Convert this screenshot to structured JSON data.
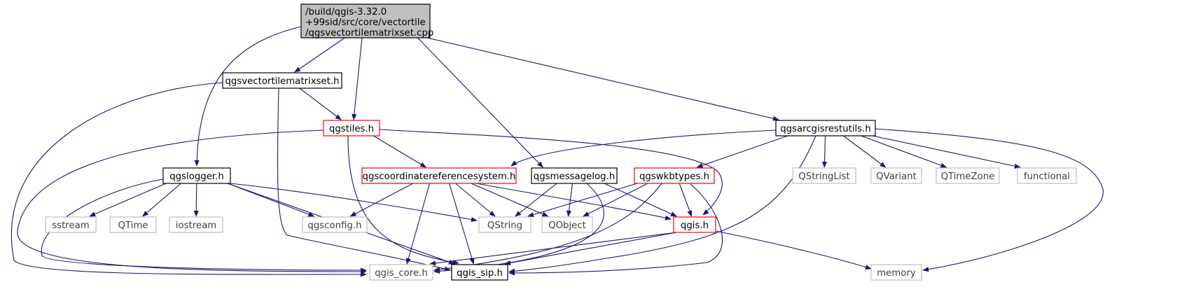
{
  "colors": {
    "edge": "#191970",
    "node_border_black": "#000000",
    "node_border_red": "#ff0000",
    "node_border_gray": "#bfbfbf",
    "root_fill": "#bfbfbf"
  },
  "nodes": [
    {
      "id": "root",
      "lines": [
        "/build/qgis-3.32.0",
        "+99sid/src/core/vectortile",
        "/qgsvectortilematrixset.cpp"
      ],
      "style": "root"
    },
    {
      "id": "qgsvectortilematrixset_h",
      "lines": [
        "qgsvectortilematrixset.h"
      ],
      "style": "black"
    },
    {
      "id": "qgstiles_h",
      "lines": [
        "qgstiles.h"
      ],
      "style": "red"
    },
    {
      "id": "qgsarcgisrestutils_h",
      "lines": [
        "qgsarcgisrestutils.h"
      ],
      "style": "black"
    },
    {
      "id": "qgslogger_h",
      "lines": [
        "qgslogger.h"
      ],
      "style": "black"
    },
    {
      "id": "qgscrs_h",
      "lines": [
        "qgscoordinatereferencesystem.h"
      ],
      "style": "red"
    },
    {
      "id": "qgsmessagelog_h",
      "lines": [
        "qgsmessagelog.h"
      ],
      "style": "black"
    },
    {
      "id": "qgswkbtypes_h",
      "lines": [
        "qgswkbtypes.h"
      ],
      "style": "red"
    },
    {
      "id": "QStringList",
      "lines": [
        "QStringList"
      ],
      "style": "gray"
    },
    {
      "id": "QVariant",
      "lines": [
        "QVariant"
      ],
      "style": "gray"
    },
    {
      "id": "QTimeZone",
      "lines": [
        "QTimeZone"
      ],
      "style": "gray"
    },
    {
      "id": "functional",
      "lines": [
        "functional"
      ],
      "style": "gray"
    },
    {
      "id": "sstream",
      "lines": [
        "sstream"
      ],
      "style": "gray"
    },
    {
      "id": "QTime",
      "lines": [
        "QTime"
      ],
      "style": "gray"
    },
    {
      "id": "iostream",
      "lines": [
        "iostream"
      ],
      "style": "gray"
    },
    {
      "id": "qgsconfig_h",
      "lines": [
        "qgsconfig.h"
      ],
      "style": "gray"
    },
    {
      "id": "QString",
      "lines": [
        "QString"
      ],
      "style": "gray"
    },
    {
      "id": "QObject",
      "lines": [
        "QObject"
      ],
      "style": "gray"
    },
    {
      "id": "qgis_h",
      "lines": [
        "qgis.h"
      ],
      "style": "red"
    },
    {
      "id": "qgis_core_h",
      "lines": [
        "qgis_core.h"
      ],
      "style": "gray"
    },
    {
      "id": "qgis_sip_h",
      "lines": [
        "qgis_sip.h"
      ],
      "style": "black"
    },
    {
      "id": "memory",
      "lines": [
        "memory"
      ],
      "style": "gray"
    }
  ],
  "edges": [
    [
      "root",
      "qgsvectortilematrixset_h"
    ],
    [
      "root",
      "qgstiles_h"
    ],
    [
      "root",
      "qgsarcgisrestutils_h"
    ],
    [
      "root",
      "qgslogger_h"
    ],
    [
      "root",
      "qgsmessagelog_h"
    ],
    [
      "qgsvectortilematrixset_h",
      "qgstiles_h"
    ],
    [
      "qgsvectortilematrixset_h",
      "qgis_core_h"
    ],
    [
      "qgsvectortilematrixset_h",
      "qgis_sip_h"
    ],
    [
      "qgstiles_h",
      "qgscrs_h"
    ],
    [
      "qgstiles_h",
      "qgis_h"
    ],
    [
      "qgstiles_h",
      "qgis_core_h"
    ],
    [
      "qgstiles_h",
      "qgis_sip_h"
    ],
    [
      "qgsarcgisrestutils_h",
      "qgscrs_h"
    ],
    [
      "qgsarcgisrestutils_h",
      "qgswkbtypes_h"
    ],
    [
      "qgsarcgisrestutils_h",
      "QStringList"
    ],
    [
      "qgsarcgisrestutils_h",
      "QVariant"
    ],
    [
      "qgsarcgisrestutils_h",
      "QTimeZone"
    ],
    [
      "qgsarcgisrestutils_h",
      "functional"
    ],
    [
      "qgsarcgisrestutils_h",
      "memory"
    ],
    [
      "qgsarcgisrestutils_h",
      "qgis_sip_h"
    ],
    [
      "qgslogger_h",
      "sstream"
    ],
    [
      "qgslogger_h",
      "QTime"
    ],
    [
      "qgslogger_h",
      "iostream"
    ],
    [
      "qgslogger_h",
      "qgsconfig_h"
    ],
    [
      "qgslogger_h",
      "QString"
    ],
    [
      "qgslogger_h",
      "qgis_core_h"
    ],
    [
      "qgslogger_h",
      "qgis_sip_h"
    ],
    [
      "qgscrs_h",
      "qgsconfig_h"
    ],
    [
      "qgscrs_h",
      "QString"
    ],
    [
      "qgscrs_h",
      "QObject"
    ],
    [
      "qgscrs_h",
      "qgis_h"
    ],
    [
      "qgscrs_h",
      "qgis_core_h"
    ],
    [
      "qgscrs_h",
      "qgis_sip_h"
    ],
    [
      "qgsmessagelog_h",
      "QString"
    ],
    [
      "qgsmessagelog_h",
      "QObject"
    ],
    [
      "qgsmessagelog_h",
      "qgis_h"
    ],
    [
      "qgsmessagelog_h",
      "qgis_core_h"
    ],
    [
      "qgswkbtypes_h",
      "QString"
    ],
    [
      "qgswkbtypes_h",
      "QObject"
    ],
    [
      "qgswkbtypes_h",
      "qgis_h"
    ],
    [
      "qgswkbtypes_h",
      "qgis_core_h"
    ],
    [
      "qgswkbtypes_h",
      "qgis_sip_h"
    ],
    [
      "qgis_h",
      "qgis_core_h"
    ],
    [
      "qgis_h",
      "qgis_sip_h"
    ],
    [
      "qgis_h",
      "memory"
    ]
  ]
}
